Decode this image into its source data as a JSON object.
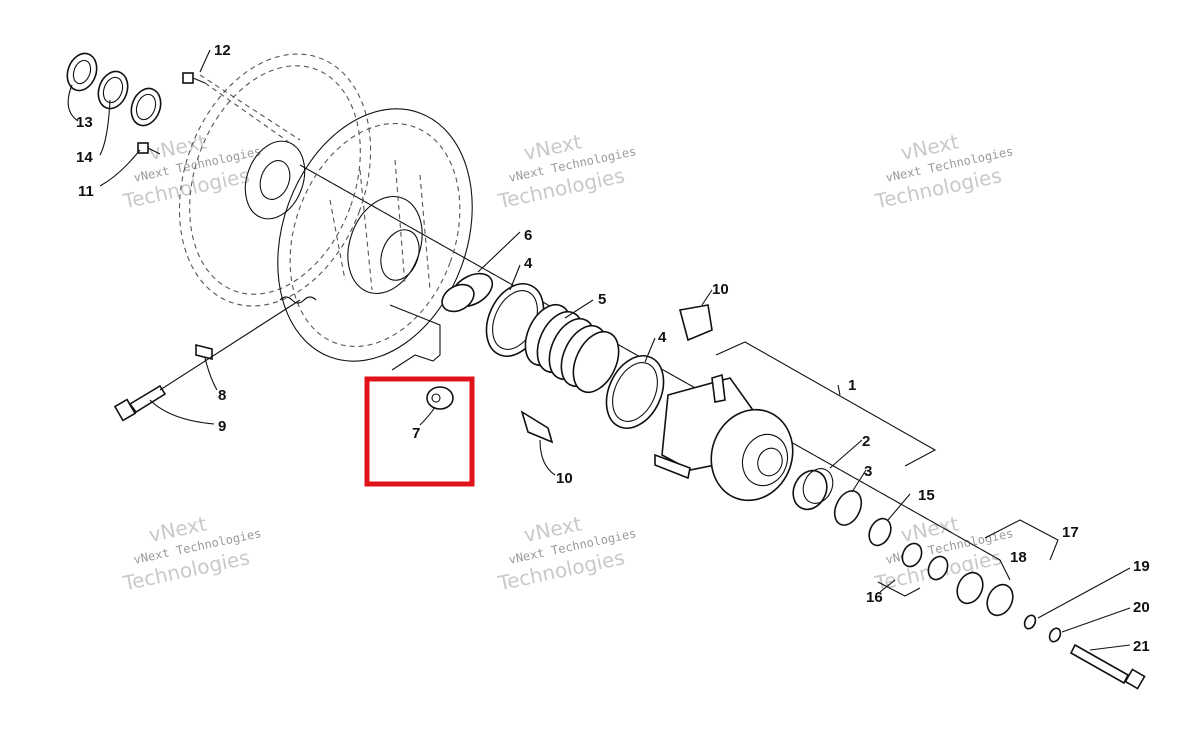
{
  "diagram": {
    "callouts": [
      "1",
      "2",
      "3",
      "4",
      "4",
      "5",
      "6",
      "7",
      "8",
      "9",
      "10",
      "10",
      "11",
      "12",
      "13",
      "14",
      "15",
      "16",
      "17",
      "18",
      "19",
      "20",
      "21"
    ],
    "highlight": {
      "part": "7",
      "color": "#e0131b"
    },
    "watermarks": [
      {
        "line1": "vNext Technologies",
        "line2": "vNext",
        "line3": "Technologies"
      },
      {
        "line1": "vNext Technologies",
        "line2": "vNext",
        "line3": "Technologies"
      },
      {
        "line1": "vNext Technologies",
        "line2": "vNext",
        "line3": "Technologies"
      },
      {
        "line1": "vNext Technologies",
        "line2": "vNext",
        "line3": "Technologies"
      },
      {
        "line1": "vNext Technologies",
        "line2": "vNext",
        "line3": "Technologies"
      },
      {
        "line1": "vNext Technologies",
        "line2": "vNext",
        "line3": "Technologies"
      }
    ]
  }
}
